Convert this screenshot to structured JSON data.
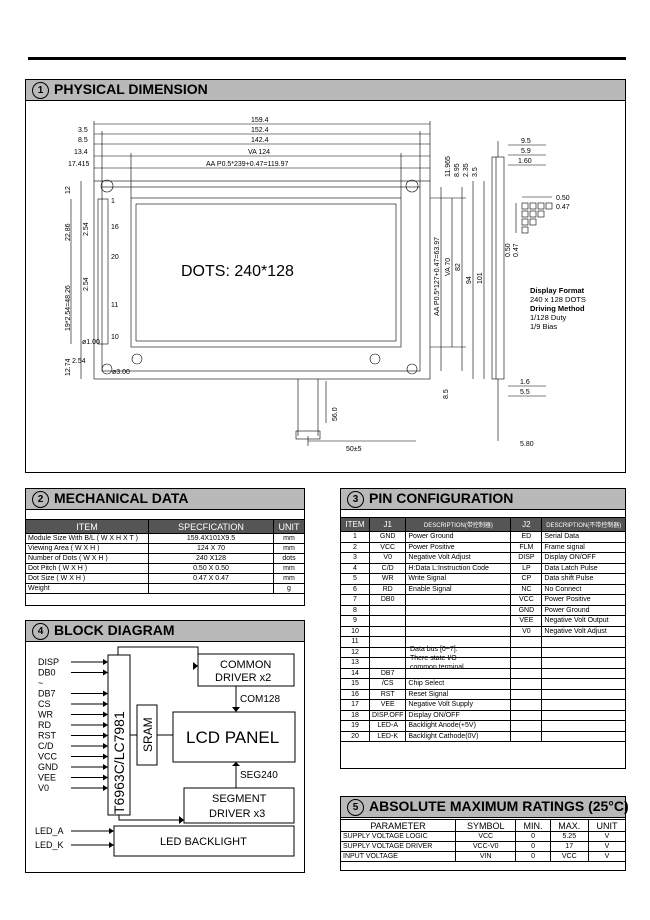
{
  "sections": {
    "physical": {
      "num": "1",
      "title": "PHYSICAL  DIMENSION"
    },
    "mechanical": {
      "num": "2",
      "title": "MECHANICAL DATA"
    },
    "pin": {
      "num": "3",
      "title": "PIN CONFIGURATION"
    },
    "block": {
      "num": "4",
      "title": "BLOCK DIAGRAM"
    },
    "absolute": {
      "num": "5",
      "title": "ABSOLUTE MAXIMUM RATINGS (25°C)"
    }
  },
  "drawing": {
    "dims_top": [
      "159.4",
      "152.4",
      "142.4",
      "VA 124",
      "AA P0.5*239+0.47=119.97"
    ],
    "dims_left_top": [
      "3.5",
      "8.5",
      "13.4",
      "17.415"
    ],
    "dims_right_top": [
      "11.965",
      "8.95",
      "2.35",
      "3.5"
    ],
    "dims_vert_right": [
      "AA P0.5*127+0.47=63.97",
      "VA 70",
      "82",
      "94",
      "101"
    ],
    "dims_left": [
      "12",
      "22.86",
      "2.54",
      "2.54",
      "19*2.54=48.26",
      "12.74",
      "ø1.00",
      "2.54",
      "ø3.00"
    ],
    "dims_bottom": [
      "56.0",
      "8.5",
      "50±5"
    ],
    "dots_label": "DOTS: 240*128",
    "pin_labels": [
      "1",
      "16",
      "20",
      "11",
      "10"
    ],
    "side_dims": [
      "9.5",
      "5.9",
      "1.60",
      "1.6",
      "5.5",
      "5.80"
    ],
    "pixel_dims": [
      "0.50",
      "0.47",
      "0.50",
      "0.47"
    ],
    "format": {
      "title": "Display Format",
      "dots": "240 x 128 DOTS",
      "method_title": "Driving Method",
      "duty": "1/128 Duty",
      "bias": "1/9  Bias"
    }
  },
  "mechanical_table": {
    "headers": [
      "ITEM",
      "SPECFICATION",
      "UNIT"
    ],
    "rows": [
      [
        "Module Size With B/L ( W X H X T )",
        "159.4X101X9.5",
        "mm"
      ],
      [
        "Viewing Area ( W X H )",
        "124 X 70",
        "mm"
      ],
      [
        "Number of Dots ( W X H )",
        "240 X128",
        "dots"
      ],
      [
        "Dot Pitch ( W X H )",
        "0.50 X 0.50",
        "mm"
      ],
      [
        "Dot Size ( W X H )",
        "0.47 X 0.47",
        "mm"
      ],
      [
        "Weight",
        "",
        "g"
      ]
    ]
  },
  "pin_table": {
    "headers": [
      "ITEM",
      "J1",
      "DESCRIPTION(带控制器)",
      "J2",
      "DESCRIPTION(不带控制器)"
    ],
    "rows": [
      [
        "1",
        "GND",
        "Power Ground",
        "ED",
        "Serial  Data"
      ],
      [
        "2",
        "VCC",
        "Power Positive",
        "FLM",
        "Frame signal"
      ],
      [
        "3",
        "V0",
        "Negative Volt Adjust",
        "DISP",
        "Display ON/OFF"
      ],
      [
        "4",
        "C/D",
        "H:Data   L:Instruction Code",
        "LP",
        "Data Latch Pulse"
      ],
      [
        "5",
        "WR",
        "Write Signal",
        "CP",
        "Data shift Pulse"
      ],
      [
        "6",
        "RD",
        "Enable Signal",
        "NC",
        "No Connect"
      ],
      [
        "7",
        "DB0",
        "",
        "VCC",
        "Power Positive"
      ],
      [
        "8",
        "",
        "",
        "GND",
        "Power Ground"
      ],
      [
        "9",
        "",
        "",
        "VEE",
        "Negative Volt Output"
      ],
      [
        "10",
        "",
        "",
        "V0",
        "Negative Volt Adjust"
      ],
      [
        "11",
        "",
        "",
        "",
        ""
      ],
      [
        "12",
        "",
        "",
        "",
        ""
      ],
      [
        "13",
        "",
        "",
        "",
        ""
      ],
      [
        "14",
        "DB7",
        "",
        "",
        ""
      ],
      [
        "15",
        "/CS",
        "Chip Select",
        "",
        ""
      ],
      [
        "16",
        "RST",
        "Reset Signal",
        "",
        ""
      ],
      [
        "17",
        "VEE",
        "Negative Volt Supply",
        "",
        ""
      ],
      [
        "18",
        "DISP.OFF",
        "Display ON/OFF",
        "",
        ""
      ],
      [
        "19",
        "LED-A",
        "Backlight Anode(+5V)",
        "",
        ""
      ],
      [
        "20",
        "LED-K",
        "Backlight Cathode(0V)",
        "",
        ""
      ]
    ],
    "databus_note": [
      "Data bus [0~7].",
      "There state I/O",
      "common terminal."
    ]
  },
  "block_diagram": {
    "inputs": [
      "DISP",
      "DB0",
      "~",
      "DB7",
      "CS",
      "WR",
      "RD",
      "RST",
      "C/D",
      "VCC",
      "GND",
      "VEE",
      "V0"
    ],
    "controller": "T6963C/LC7981",
    "sram": "SRAM",
    "common_driver": [
      "COMMON",
      "DRIVER x2"
    ],
    "com_label": "COM128",
    "lcd_panel": "LCD PANEL",
    "seg_label": "SEG240",
    "segment_driver": [
      "SEGMENT",
      "DRIVER x3"
    ],
    "led_inputs": [
      "LED_A",
      "LED_K"
    ],
    "backlight": "LED BACKLIGHT"
  },
  "abs_table": {
    "headers": [
      "PARAMETER",
      "SYMBOL",
      "MIN.",
      "MAX.",
      "UNIT"
    ],
    "rows": [
      [
        "SUPPLY VOLTAGE LOGIC",
        "VCC",
        "0",
        "5.25",
        "V"
      ],
      [
        "SUPPLY VOLTAGE DRIVER",
        "VCC-V0",
        "0",
        "17",
        "V"
      ],
      [
        "INPUT VOLTAGE",
        "VIN",
        "0",
        "VCC",
        "V"
      ]
    ]
  }
}
